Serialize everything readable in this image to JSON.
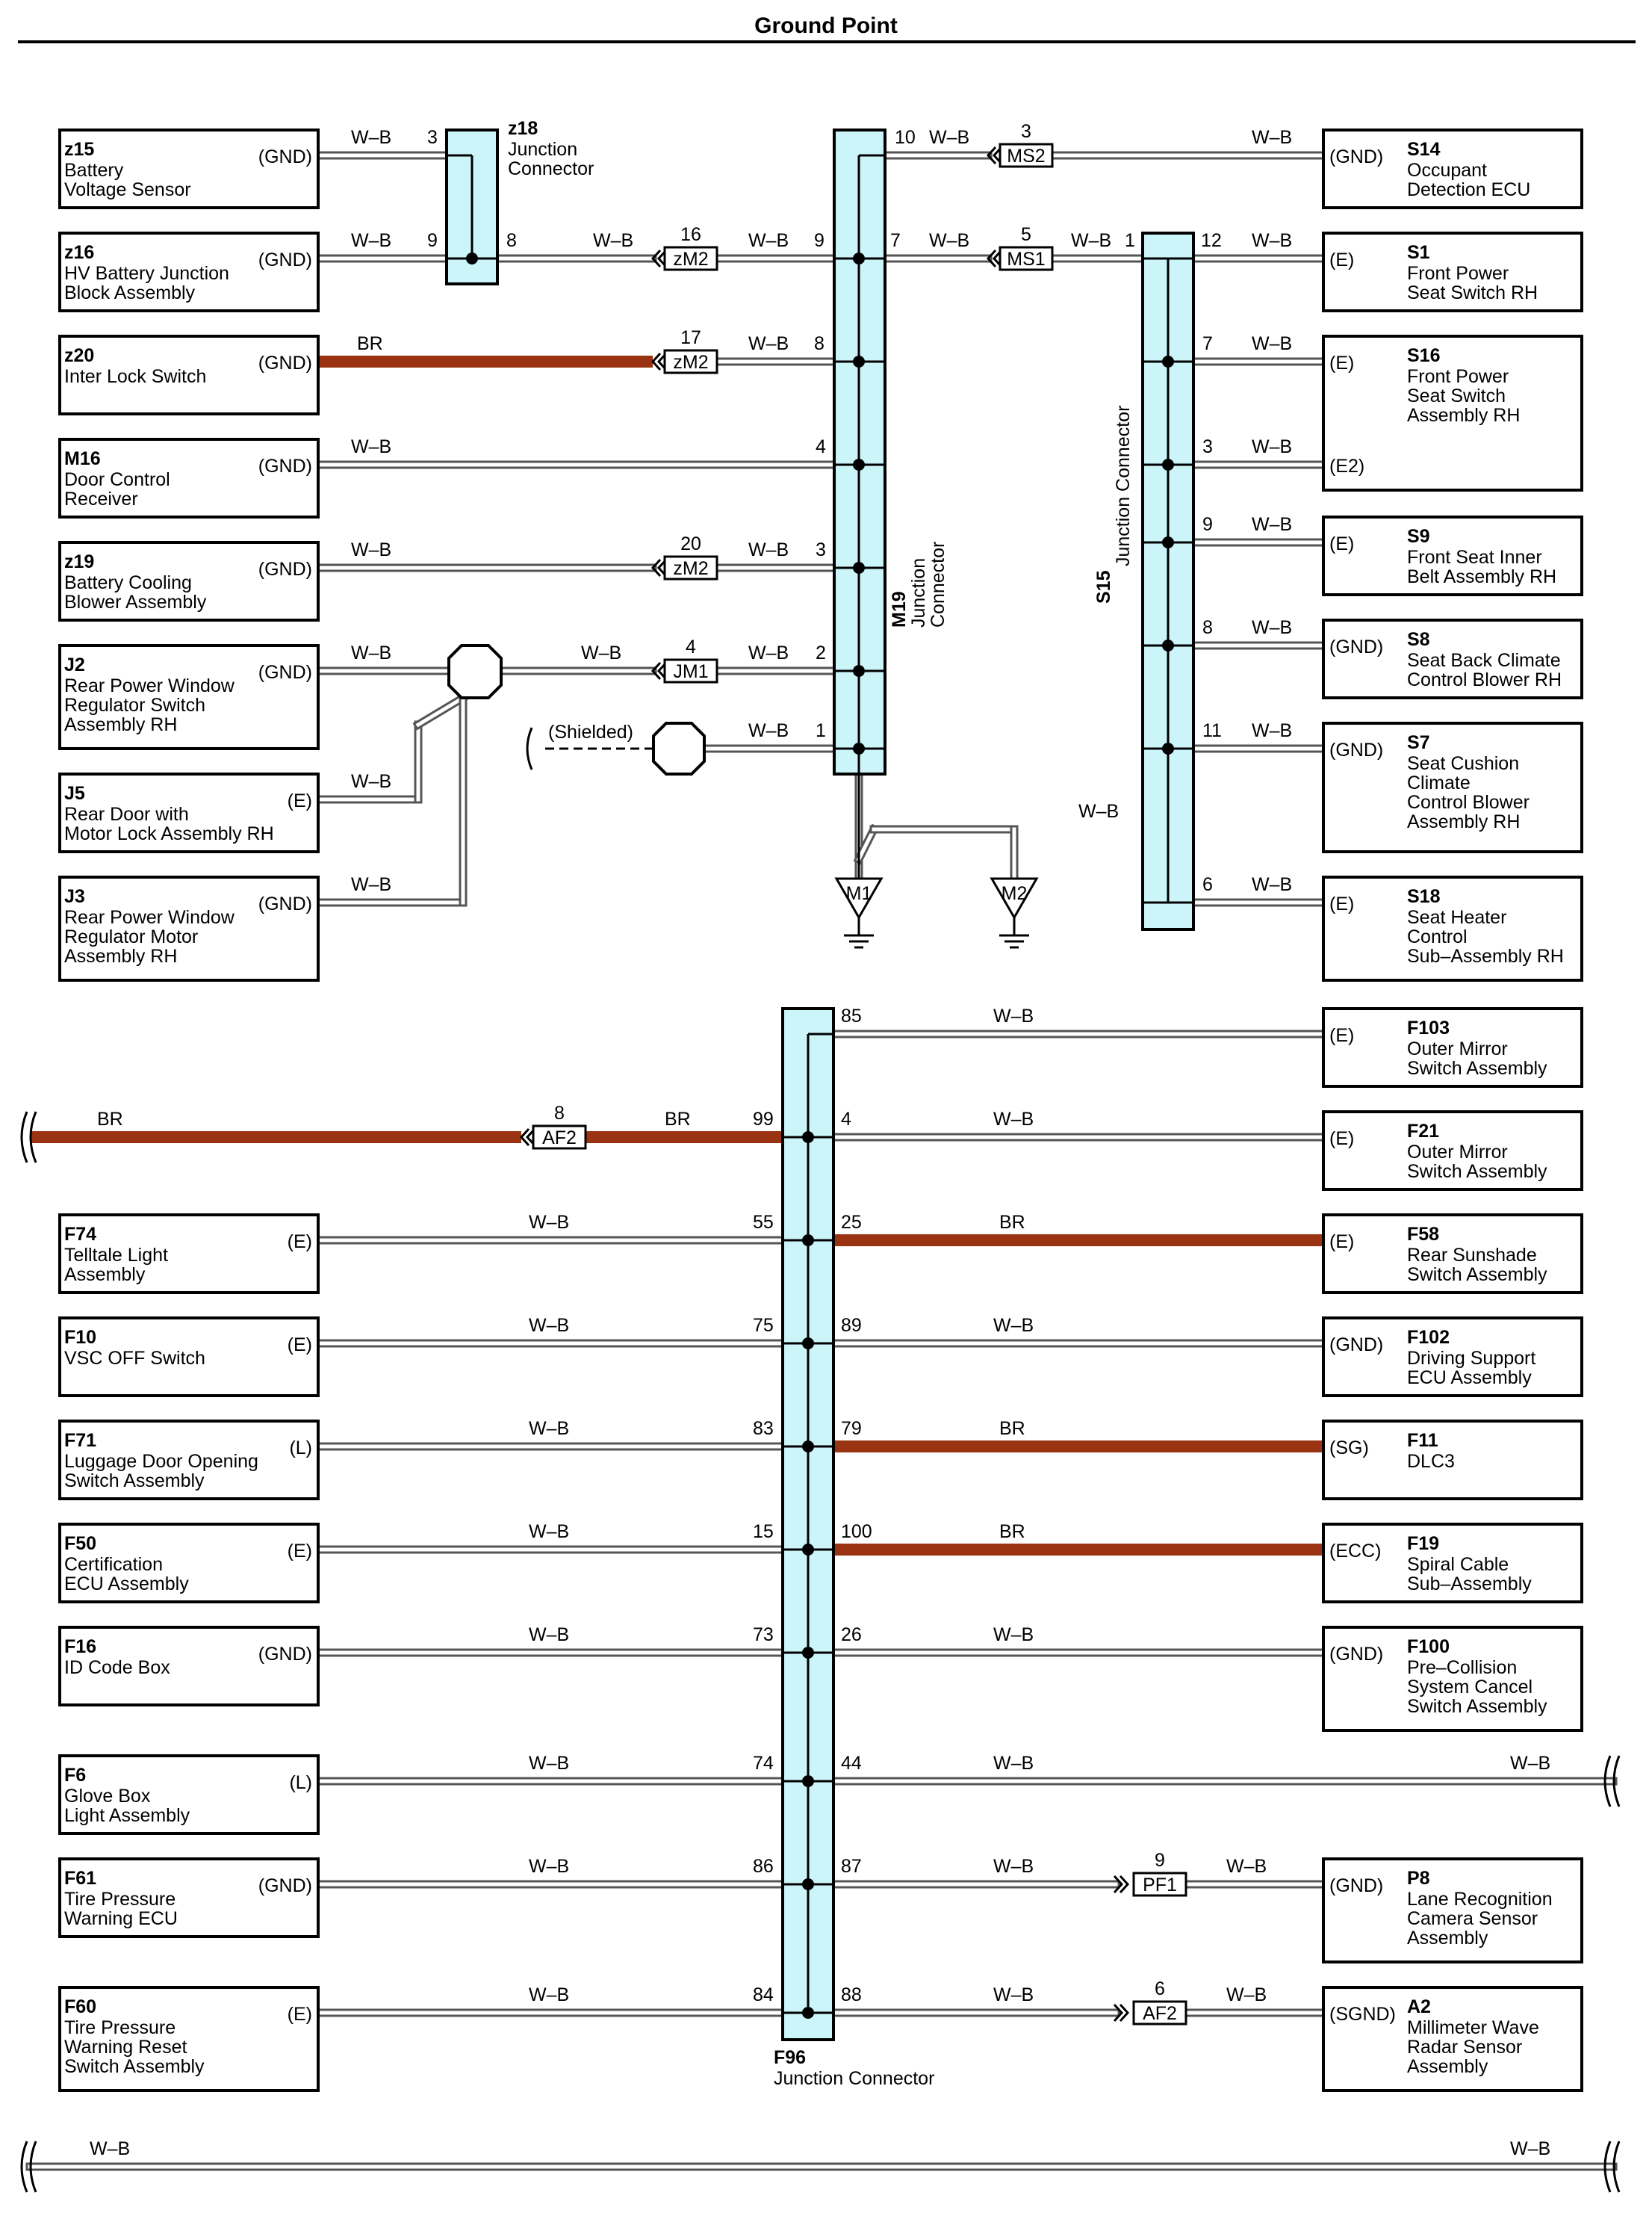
{
  "title": "Ground Point",
  "colors": {
    "wb": "#555555",
    "br": "#993311",
    "connector_fill": "#ccf5fa"
  },
  "junctions": {
    "z18": {
      "code": "z18",
      "lines": [
        "Junction",
        "Connector"
      ]
    },
    "M19": {
      "code": "M19",
      "lines": [
        "Junction",
        "Connector"
      ]
    },
    "S15": {
      "code": "S15",
      "lines": [
        "Junction Connector"
      ]
    },
    "F96": {
      "code": "F96",
      "lines": [
        "Junction Connector"
      ]
    }
  },
  "grounds": [
    "M1",
    "M2"
  ],
  "shielded_label": "(Shielded)",
  "components": [
    {
      "id": "z15",
      "code": "z15",
      "lines": [
        "Battery",
        "Voltage Sensor"
      ],
      "pin": "(GND)"
    },
    {
      "id": "z16",
      "code": "z16",
      "lines": [
        "HV Battery Junction",
        "Block Assembly"
      ],
      "pin": "(GND)"
    },
    {
      "id": "z20",
      "code": "z20",
      "lines": [
        "Inter Lock Switch"
      ],
      "pin": "(GND)"
    },
    {
      "id": "M16",
      "code": "M16",
      "lines": [
        "Door Control",
        "Receiver"
      ],
      "pin": "(GND)"
    },
    {
      "id": "z19",
      "code": "z19",
      "lines": [
        "Battery Cooling",
        "Blower Assembly"
      ],
      "pin": "(GND)"
    },
    {
      "id": "J2",
      "code": "J2",
      "lines": [
        "Rear Power Window",
        "Regulator Switch",
        "Assembly RH"
      ],
      "pin": "(GND)"
    },
    {
      "id": "J5",
      "code": "J5",
      "lines": [
        "Rear Door with",
        "Motor Lock Assembly RH"
      ],
      "pin": "(E)"
    },
    {
      "id": "J3",
      "code": "J3",
      "lines": [
        "Rear Power Window",
        "Regulator Motor",
        "Assembly RH"
      ],
      "pin": "(GND)"
    },
    {
      "id": "S14",
      "code": "S14",
      "lines": [
        "Occupant",
        "Detection ECU"
      ],
      "pin": "(GND)"
    },
    {
      "id": "S1",
      "code": "S1",
      "lines": [
        "Front Power",
        "Seat Switch RH"
      ],
      "pin": "(E)"
    },
    {
      "id": "S16",
      "code": "S16",
      "lines": [
        "Front Power",
        "Seat Switch",
        "Assembly RH"
      ],
      "pin": "(E)",
      "pin2": "(E2)"
    },
    {
      "id": "S9",
      "code": "S9",
      "lines": [
        "Front Seat Inner",
        "Belt Assembly RH"
      ],
      "pin": "(E)"
    },
    {
      "id": "S8",
      "code": "S8",
      "lines": [
        "Seat Back Climate",
        "Control Blower RH"
      ],
      "pin": "(GND)"
    },
    {
      "id": "S7",
      "code": "S7",
      "lines": [
        "Seat Cushion",
        "Climate",
        "Control Blower",
        "Assembly RH"
      ],
      "pin": "(GND)"
    },
    {
      "id": "S18",
      "code": "S18",
      "lines": [
        "Seat Heater",
        "Control",
        "Sub–Assembly RH"
      ],
      "pin": "(E)"
    },
    {
      "id": "F103",
      "code": "F103",
      "lines": [
        "Outer Mirror",
        "Switch Assembly"
      ],
      "pin": "(E)"
    },
    {
      "id": "F21",
      "code": "F21",
      "lines": [
        "Outer Mirror",
        "Switch Assembly"
      ],
      "pin": "(E)"
    },
    {
      "id": "F74",
      "code": "F74",
      "lines": [
        "Telltale Light",
        "Assembly"
      ],
      "pin": "(E)"
    },
    {
      "id": "F58",
      "code": "F58",
      "lines": [
        "Rear Sunshade",
        "Switch Assembly"
      ],
      "pin": "(E)"
    },
    {
      "id": "F10",
      "code": "F10",
      "lines": [
        "VSC OFF Switch"
      ],
      "pin": "(E)"
    },
    {
      "id": "F102",
      "code": "F102",
      "lines": [
        "Driving Support",
        "ECU Assembly"
      ],
      "pin": "(GND)"
    },
    {
      "id": "F71",
      "code": "F71",
      "lines": [
        "Luggage Door Opening",
        "Switch Assembly"
      ],
      "pin": "(L)"
    },
    {
      "id": "F11",
      "code": "F11",
      "lines": [
        "DLC3"
      ],
      "pin": "(SG)"
    },
    {
      "id": "F50",
      "code": "F50",
      "lines": [
        "Certification",
        "ECU Assembly"
      ],
      "pin": "(E)"
    },
    {
      "id": "F19",
      "code": "F19",
      "lines": [
        "Spiral Cable",
        "Sub–Assembly"
      ],
      "pin": "(ECC)"
    },
    {
      "id": "F16",
      "code": "F16",
      "lines": [
        "ID Code Box"
      ],
      "pin": "(GND)"
    },
    {
      "id": "F100",
      "code": "F100",
      "lines": [
        "Pre–Collision",
        "System Cancel",
        "Switch Assembly"
      ],
      "pin": "(GND)"
    },
    {
      "id": "F6",
      "code": "F6",
      "lines": [
        "Glove Box",
        "Light Assembly"
      ],
      "pin": "(L)"
    },
    {
      "id": "F61",
      "code": "F61",
      "lines": [
        "Tire Pressure",
        "Warning ECU"
      ],
      "pin": "(GND)"
    },
    {
      "id": "P8",
      "code": "P8",
      "lines": [
        "Lane Recognition",
        "Camera Sensor",
        "Assembly"
      ],
      "pin": "(GND)"
    },
    {
      "id": "F60",
      "code": "F60",
      "lines": [
        "Tire Pressure",
        "Warning Reset",
        "Switch Assembly"
      ],
      "pin": "(E)"
    },
    {
      "id": "A2",
      "code": "A2",
      "lines": [
        "Millimeter Wave",
        "Radar Sensor",
        "Assembly"
      ],
      "pin": "(SGND)"
    }
  ],
  "inline_connectors": [
    {
      "id": "c_ms2",
      "code": "MS2",
      "pin": "3"
    },
    {
      "id": "c_zm2_16",
      "code": "zM2",
      "pin": "16"
    },
    {
      "id": "c_ms1",
      "code": "MS1",
      "pin": "5"
    },
    {
      "id": "c_zm2_17",
      "code": "zM2",
      "pin": "17"
    },
    {
      "id": "c_zm2_20",
      "code": "zM2",
      "pin": "20"
    },
    {
      "id": "c_jm1",
      "code": "JM1",
      "pin": "4"
    },
    {
      "id": "c_af2_8",
      "code": "AF2",
      "pin": "8"
    },
    {
      "id": "c_pf1",
      "code": "PF1",
      "pin": "9"
    },
    {
      "id": "c_af2_6",
      "code": "AF2",
      "pin": "6"
    }
  ],
  "texts": [
    {
      "id": "t01",
      "t": "W–B"
    },
    {
      "id": "t02",
      "t": "3"
    },
    {
      "id": "t03",
      "t": "W–B"
    },
    {
      "id": "t04",
      "t": "9"
    },
    {
      "id": "t05",
      "t": "8"
    },
    {
      "id": "t06",
      "t": "W–B"
    },
    {
      "id": "t07",
      "t": "W–B"
    },
    {
      "id": "t08",
      "t": "9"
    },
    {
      "id": "t09",
      "t": "BR"
    },
    {
      "id": "t10",
      "t": "W–B"
    },
    {
      "id": "t11",
      "t": "8"
    },
    {
      "id": "t12",
      "t": "W–B"
    },
    {
      "id": "t13",
      "t": "4"
    },
    {
      "id": "t14",
      "t": "W–B"
    },
    {
      "id": "t15",
      "t": "W–B"
    },
    {
      "id": "t16",
      "t": "3"
    },
    {
      "id": "t17",
      "t": "W–B"
    },
    {
      "id": "t18",
      "t": "W–B"
    },
    {
      "id": "t19",
      "t": "W–B"
    },
    {
      "id": "t20",
      "t": "2"
    },
    {
      "id": "t21",
      "t": "W–B"
    },
    {
      "id": "t22",
      "t": "1"
    },
    {
      "id": "t23",
      "t": "W–B"
    },
    {
      "id": "t24",
      "t": "W–B"
    },
    {
      "id": "t25",
      "t": "10"
    },
    {
      "id": "t26",
      "t": "W–B"
    },
    {
      "id": "t27",
      "t": "W–B"
    },
    {
      "id": "t28",
      "t": "7"
    },
    {
      "id": "t29",
      "t": "W–B"
    },
    {
      "id": "t30",
      "t": "W–B"
    },
    {
      "id": "t31",
      "t": "1"
    },
    {
      "id": "t32",
      "t": "W–B"
    },
    {
      "id": "t33",
      "t": "12"
    },
    {
      "id": "t34",
      "t": "W–B"
    },
    {
      "id": "t35",
      "t": "7"
    },
    {
      "id": "t36",
      "t": "W–B"
    },
    {
      "id": "t37",
      "t": "3"
    },
    {
      "id": "t38",
      "t": "W–B"
    },
    {
      "id": "t39",
      "t": "9"
    },
    {
      "id": "t40",
      "t": "W–B"
    },
    {
      "id": "t41",
      "t": "8"
    },
    {
      "id": "t42",
      "t": "W–B"
    },
    {
      "id": "t43",
      "t": "11"
    },
    {
      "id": "t44",
      "t": "W–B"
    },
    {
      "id": "t45",
      "t": "6"
    },
    {
      "id": "t46",
      "t": "W–B"
    },
    {
      "id": "t47",
      "t": "85"
    },
    {
      "id": "t48",
      "t": "W–B"
    },
    {
      "id": "t49",
      "t": "BR"
    },
    {
      "id": "t50",
      "t": "BR"
    },
    {
      "id": "t51",
      "t": "99"
    },
    {
      "id": "t52",
      "t": "4"
    },
    {
      "id": "t53",
      "t": "W–B"
    },
    {
      "id": "t54",
      "t": "W–B"
    },
    {
      "id": "t55",
      "t": "55"
    },
    {
      "id": "t56",
      "t": "25"
    },
    {
      "id": "t57",
      "t": "BR"
    },
    {
      "id": "t58",
      "t": "W–B"
    },
    {
      "id": "t59",
      "t": "75"
    },
    {
      "id": "t60",
      "t": "89"
    },
    {
      "id": "t61",
      "t": "W–B"
    },
    {
      "id": "t62",
      "t": "W–B"
    },
    {
      "id": "t63",
      "t": "83"
    },
    {
      "id": "t64",
      "t": "79"
    },
    {
      "id": "t65",
      "t": "BR"
    },
    {
      "id": "t66",
      "t": "W–B"
    },
    {
      "id": "t67",
      "t": "15"
    },
    {
      "id": "t68",
      "t": "100"
    },
    {
      "id": "t69",
      "t": "BR"
    },
    {
      "id": "t70",
      "t": "W–B"
    },
    {
      "id": "t71",
      "t": "73"
    },
    {
      "id": "t72",
      "t": "26"
    },
    {
      "id": "t73",
      "t": "W–B"
    },
    {
      "id": "t74",
      "t": "W–B"
    },
    {
      "id": "t75",
      "t": "74"
    },
    {
      "id": "t76",
      "t": "44"
    },
    {
      "id": "t77",
      "t": "W–B"
    },
    {
      "id": "t78",
      "t": "W–B"
    },
    {
      "id": "t79",
      "t": "W–B"
    },
    {
      "id": "t80",
      "t": "86"
    },
    {
      "id": "t81",
      "t": "87"
    },
    {
      "id": "t82",
      "t": "W–B"
    },
    {
      "id": "t83",
      "t": "W–B"
    },
    {
      "id": "t84",
      "t": "W–B"
    },
    {
      "id": "t85",
      "t": "84"
    },
    {
      "id": "t86",
      "t": "88"
    },
    {
      "id": "t87",
      "t": "W–B"
    },
    {
      "id": "t88",
      "t": "W–B"
    },
    {
      "id": "t89",
      "t": "W–B"
    },
    {
      "id": "t90",
      "t": "W–B"
    }
  ]
}
